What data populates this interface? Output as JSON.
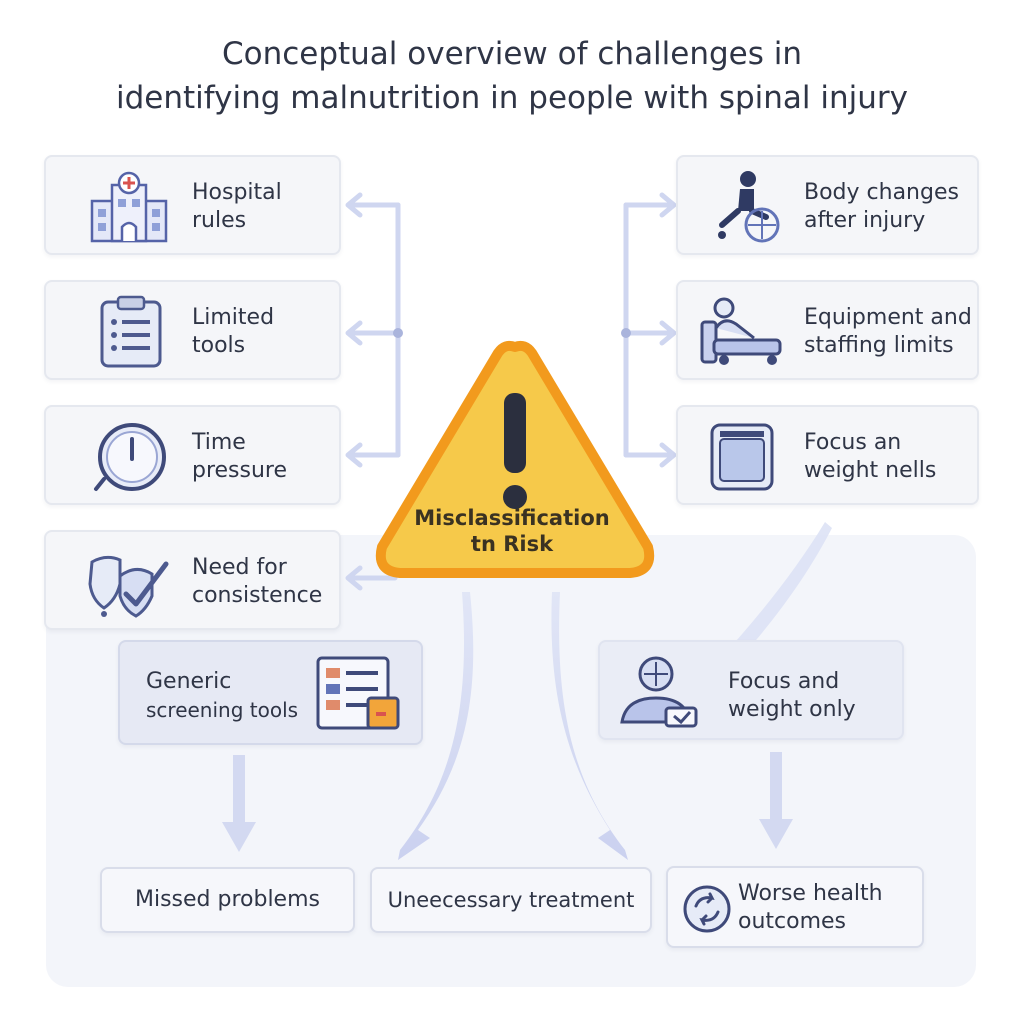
{
  "title": {
    "line1": "Conceptual overview of challenges in",
    "line2": "identifying malnutrition in people with spinal injury"
  },
  "center": {
    "line1": "Misclassification",
    "line2": "tn Risk",
    "color": "#f6c94a",
    "border_color": "#f29a1d"
  },
  "left_factors": [
    {
      "line1": "Hospital",
      "line2": "rules",
      "icon": "hospital-icon"
    },
    {
      "line1": "Limited",
      "line2": "tools",
      "icon": "clipboard-icon"
    },
    {
      "line1": "Time",
      "line2": "pressure",
      "icon": "clock-icon"
    },
    {
      "line1": "Need for",
      "line2": "consistence",
      "icon": "shield-check-icon"
    }
  ],
  "right_factors": [
    {
      "line1": "Body changes",
      "line2": "after injury",
      "icon": "wheelchair-icon"
    },
    {
      "line1": "Equipment and",
      "line2": "staffing limits",
      "icon": "patient-bed-icon"
    },
    {
      "line1": "Focus an",
      "line2": "weight nells",
      "icon": "scale-icon"
    }
  ],
  "middle": {
    "generic": {
      "line1": "Generic",
      "line2": "screening tools",
      "icon": "screening-form-icon"
    },
    "focus": {
      "line1": "Focus and",
      "line2": "weight only",
      "icon": "weighing-person-icon"
    }
  },
  "outcomes": [
    {
      "label": "Missed problems"
    },
    {
      "label": "Uneecessary treatment"
    },
    {
      "line1": "Worse health",
      "line2": "outcomes",
      "icon": "recycle-icon"
    }
  ],
  "colors": {
    "accent_blue": "#5d6fb6",
    "arrow_blue": "#c9d0ef",
    "card_bg": "#f5f6f9"
  }
}
